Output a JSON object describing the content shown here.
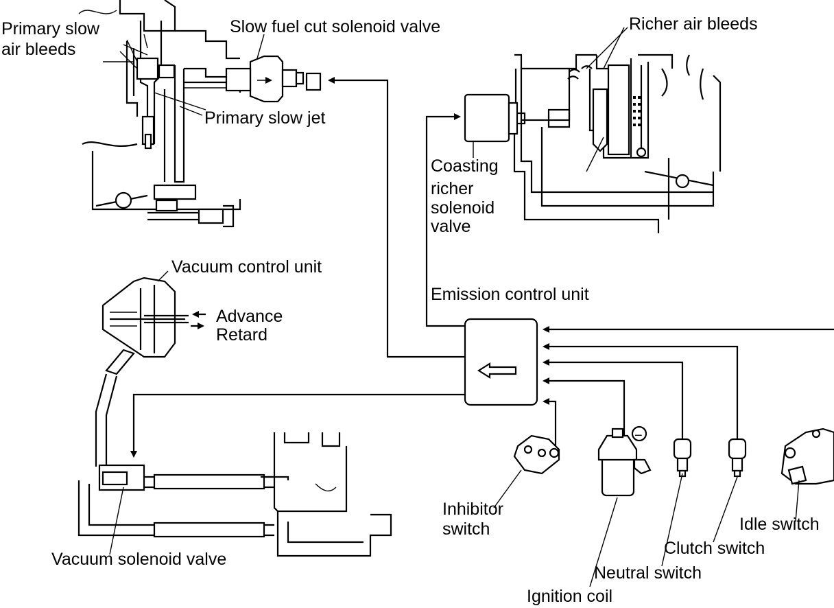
{
  "labels": {
    "primary_slow_air_bleeds_1": "Primary slow",
    "primary_slow_air_bleeds_2": "air bleeds",
    "slow_fuel_cut_solenoid_valve": "Slow fuel cut solenoid valve",
    "primary_slow_jet": "Primary slow jet",
    "richer_air_bleeds": "Richer air bleeds",
    "coasting_richer_solenoid_valve_1": "Coasting",
    "coasting_richer_solenoid_valve_2": "richer",
    "coasting_richer_solenoid_valve_3": "solenoid",
    "coasting_richer_solenoid_valve_4": "valve",
    "vacuum_control_unit": "Vacuum control unit",
    "advance": "Advance",
    "retard": "Retard",
    "emission_control_unit": "Emission control unit",
    "inhibitor_switch_1": "Inhibitor",
    "inhibitor_switch_2": "switch",
    "idle_switch": "Idle switch",
    "clutch_switch": "Clutch switch",
    "neutral_switch": "Neutral switch",
    "ignition_coil": "Ignition coil",
    "vacuum_solenoid_valve": "Vacuum solenoid valve",
    "negative_terminal": "−"
  }
}
